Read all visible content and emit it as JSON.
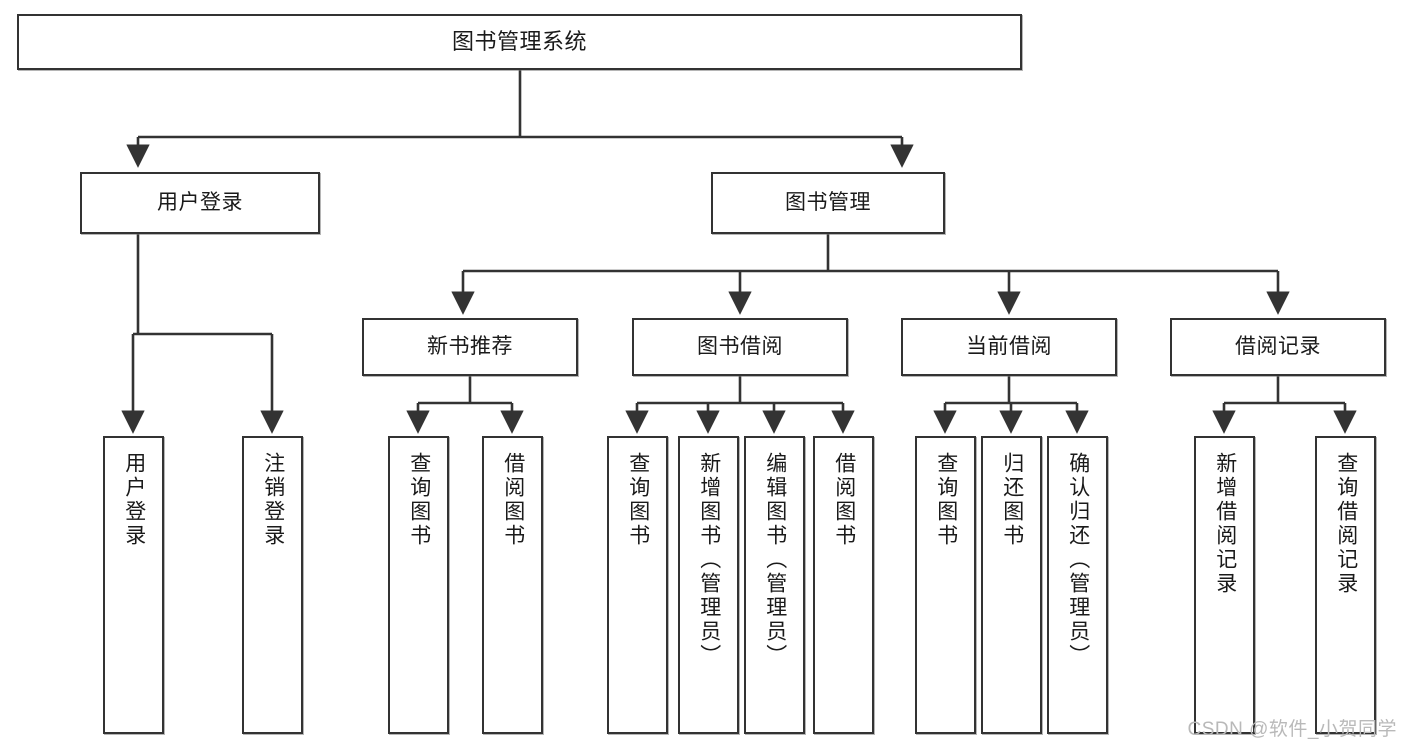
{
  "diagram": {
    "title": "图书管理系统",
    "type": "tree-hierarchy-chart",
    "colors": {
      "box_border": "#333333",
      "box_fill": "#ffffff",
      "line": "#333333",
      "text": "#1a1a1a",
      "watermark": "#b9b9b9",
      "background": "#ffffff"
    },
    "root": {
      "label": "图书管理系统"
    },
    "level2": [
      {
        "label": "用户登录"
      },
      {
        "label": "图书管理"
      }
    ],
    "level3": [
      {
        "label": "新书推荐"
      },
      {
        "label": "图书借阅"
      },
      {
        "label": "当前借阅"
      },
      {
        "label": "借阅记录"
      }
    ],
    "leaves": {
      "user_login": [
        {
          "label": "用户登录"
        },
        {
          "label": "注销登录"
        }
      ],
      "new_book_recommend": [
        {
          "label": "查询图书"
        },
        {
          "label": "借阅图书"
        }
      ],
      "book_borrow": [
        {
          "label": "查询图书"
        },
        {
          "label": "新增图书（管理员）"
        },
        {
          "label": "编辑图书（管理员）"
        },
        {
          "label": "借阅图书"
        }
      ],
      "current_borrow": [
        {
          "label": "查询图书"
        },
        {
          "label": "归还图书"
        },
        {
          "label": "确认归还（管理员）"
        }
      ],
      "borrow_record": [
        {
          "label": "新增借阅记录"
        },
        {
          "label": "查询借阅记录"
        }
      ]
    },
    "watermark": "CSDN @软件_小贺同学"
  }
}
